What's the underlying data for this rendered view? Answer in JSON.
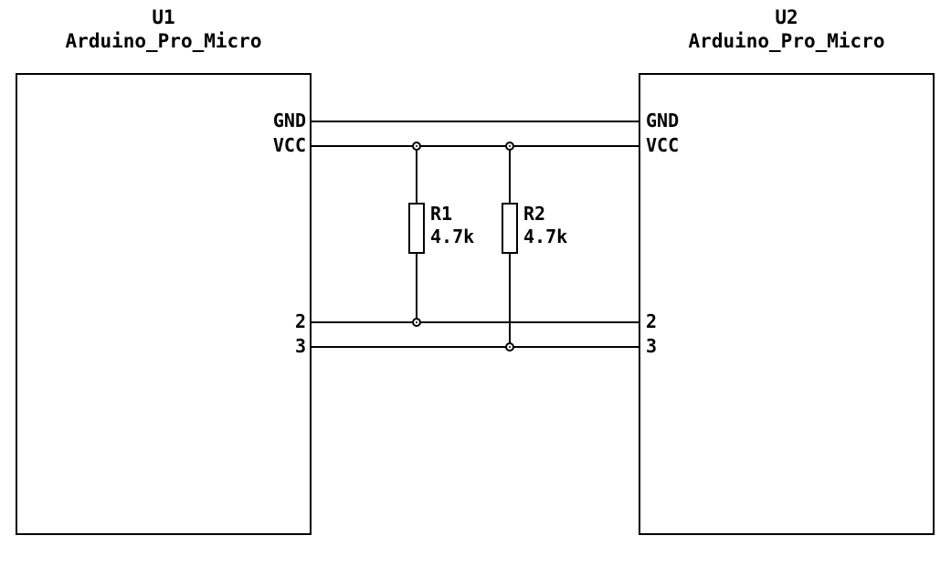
{
  "schematic": {
    "components": {
      "u1": {
        "reference": "U1",
        "value": "Arduino_Pro_Micro",
        "pins": {
          "gnd": "GND",
          "vcc": "VCC",
          "pin2": "2",
          "pin3": "3"
        }
      },
      "u2": {
        "reference": "U2",
        "value": "Arduino_Pro_Micro",
        "pins": {
          "gnd": "GND",
          "vcc": "VCC",
          "pin2": "2",
          "pin3": "3"
        }
      }
    },
    "resistors": {
      "r1": {
        "reference": "R1",
        "value": "4.7k"
      },
      "r2": {
        "reference": "R2",
        "value": "4.7k"
      }
    },
    "colors": {
      "wire": "#000000",
      "background": "#ffffff"
    }
  }
}
